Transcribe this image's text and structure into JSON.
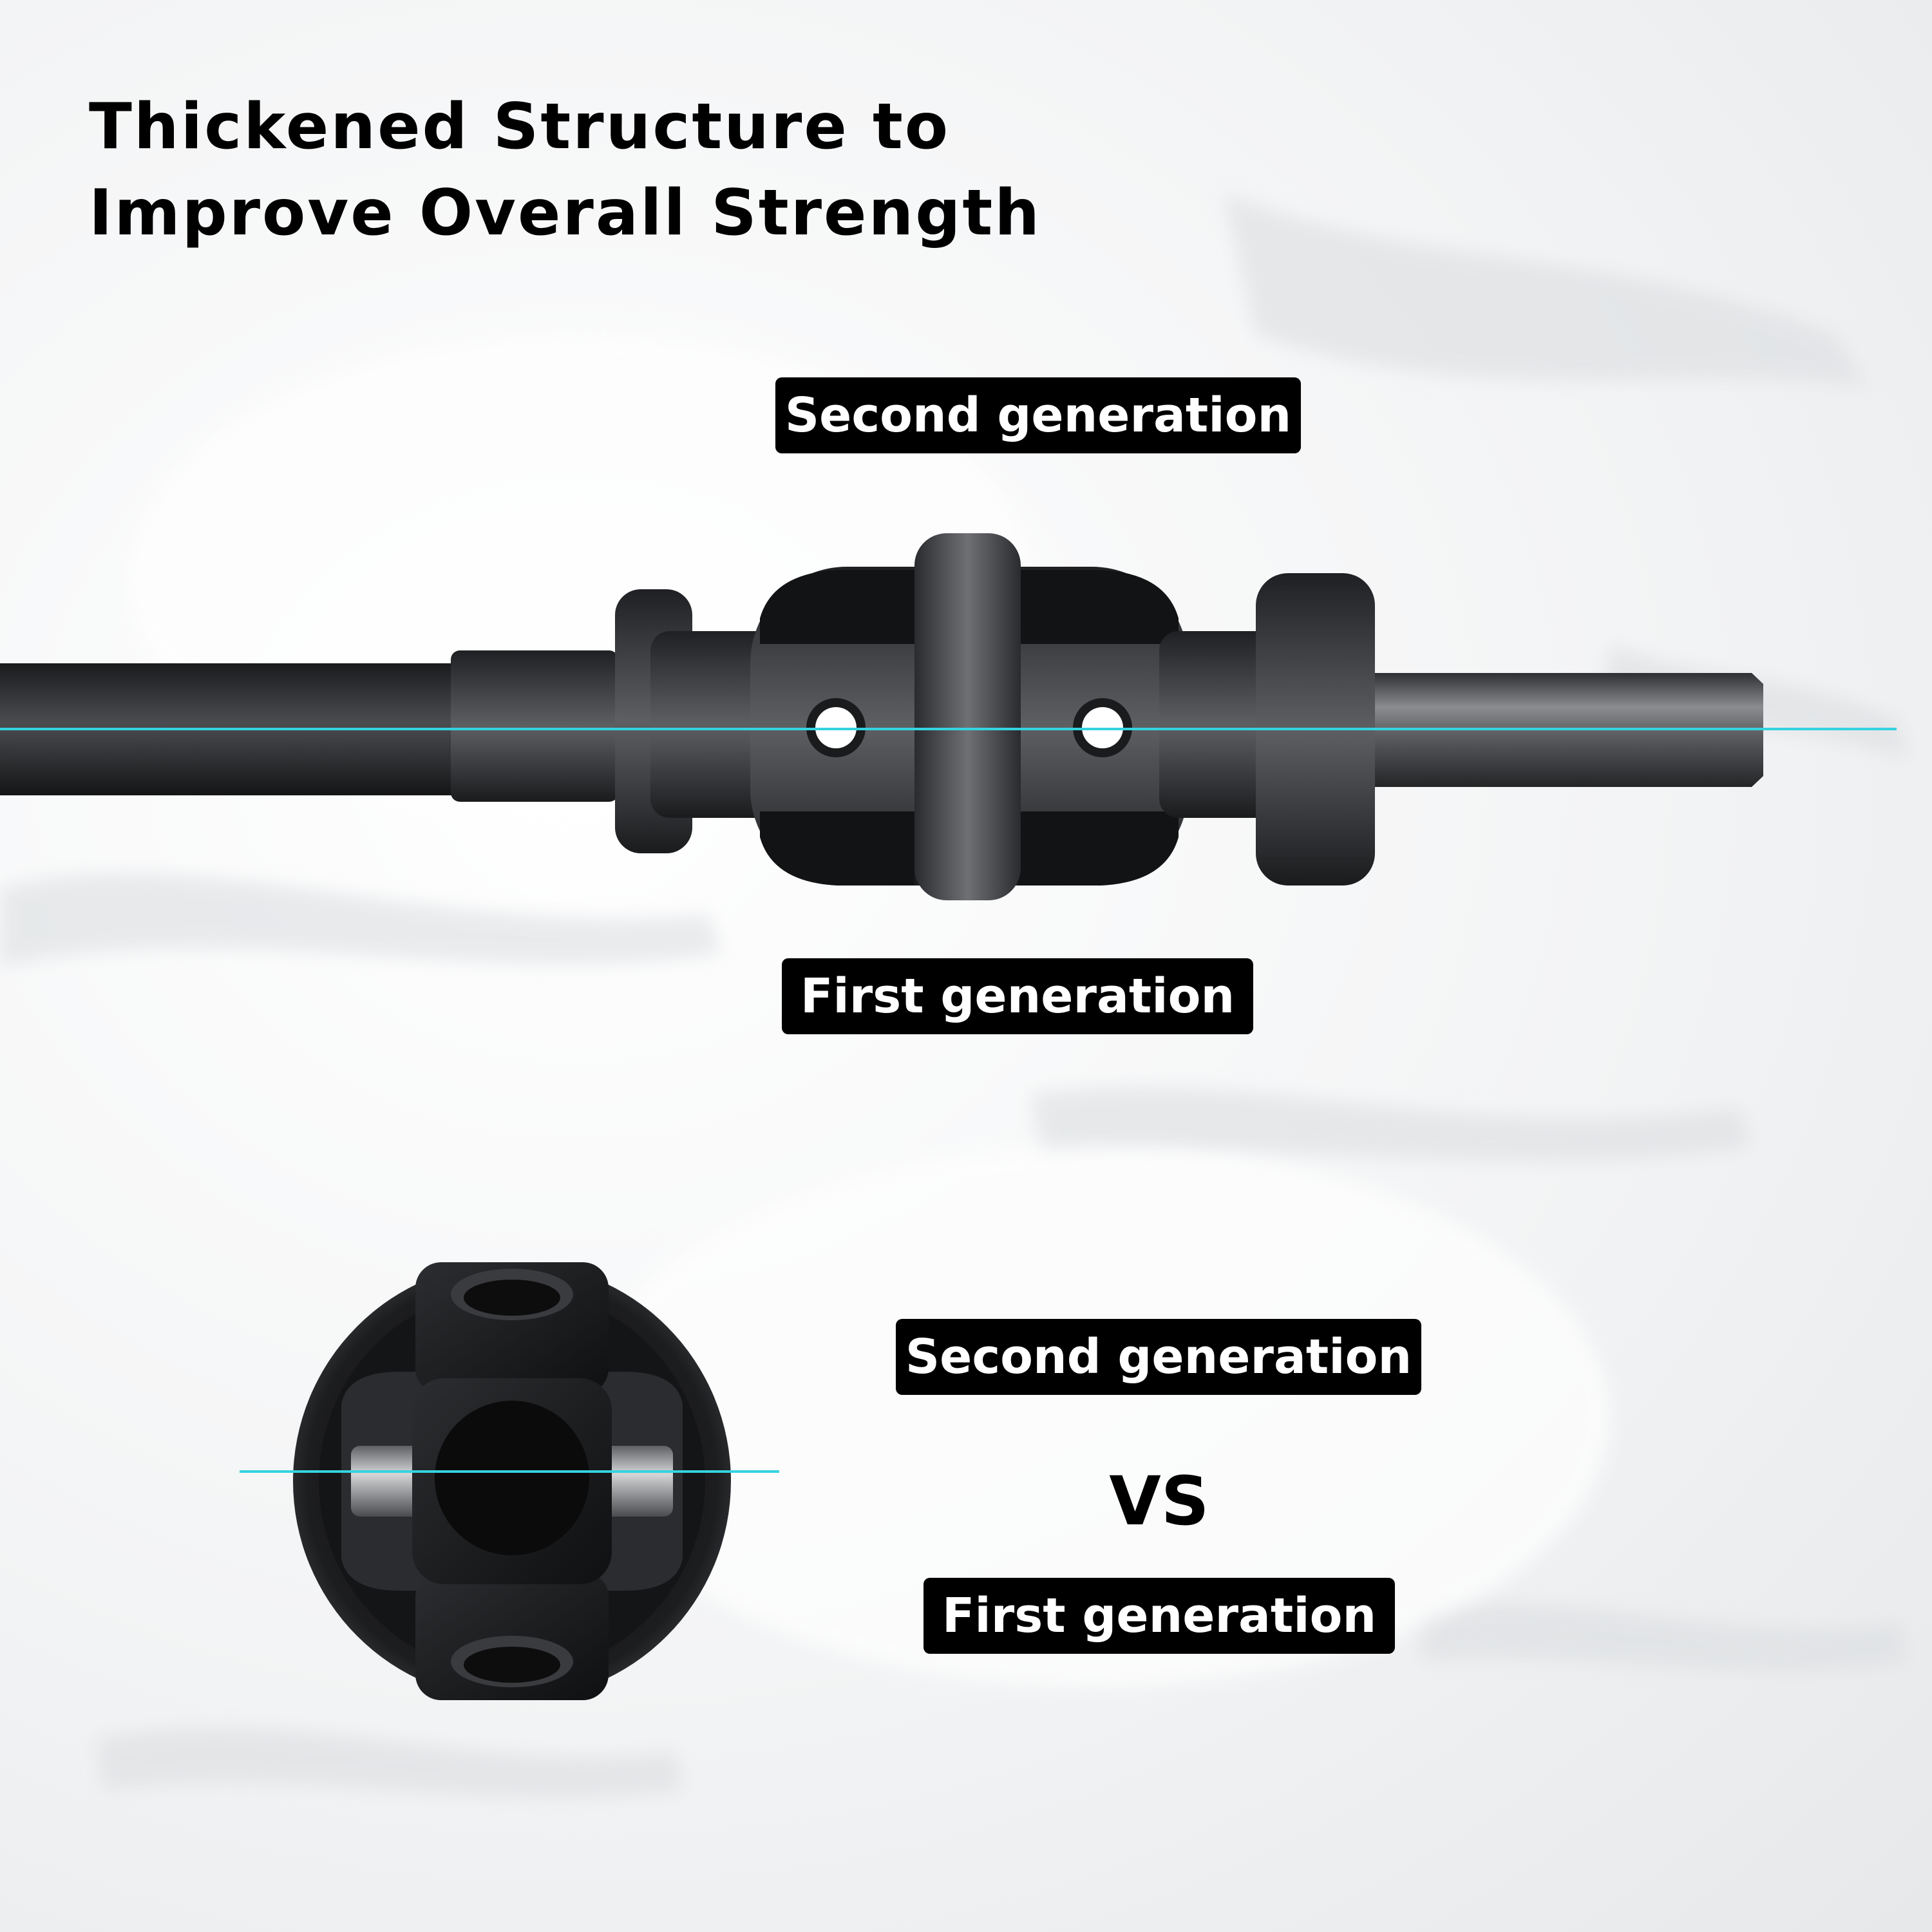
{
  "title": {
    "line1": "Thickened Structure to",
    "line2": "Improve Overall Strength"
  },
  "top_comparison": {
    "upper_label": "Second generation",
    "lower_label": "First generation"
  },
  "bottom_comparison": {
    "upper_label": "Second generation",
    "vs_label": "VS",
    "lower_label": "First generation"
  },
  "colors": {
    "label_background": "#000000",
    "label_text": "#ffffff",
    "guide_line": "#35d3e0",
    "metal_dark": "#2a2b2e",
    "metal_light": "#6e7074"
  }
}
